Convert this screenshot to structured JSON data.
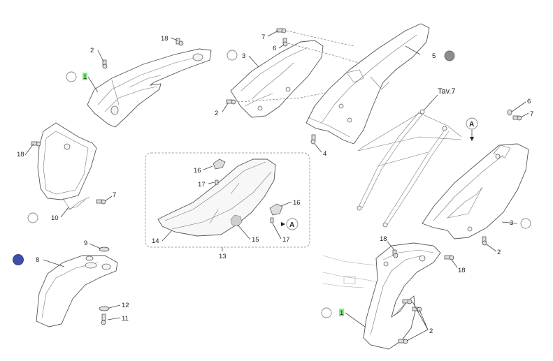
{
  "colors": {
    "marker_empty": "#ffffff",
    "marker_gray": "#8c8c8c",
    "marker_blue": "#3d4fa8",
    "label_highlight": "#7df07d",
    "line": "#444444"
  },
  "labels": {
    "p18_top": "18",
    "p2_topleft": "2",
    "p1_top": "1",
    "p18_left": "18",
    "p7_left": "7",
    "p10": "10",
    "p9": "9",
    "p8": "8",
    "p12": "12",
    "p11": "11",
    "p7_top": "7",
    "p6_top": "6",
    "p3_top": "3",
    "p2_mid": "2",
    "p5": "5",
    "p4": "4",
    "tav": "Tav.7",
    "ref_a_top": "A",
    "p6_right": "6",
    "p7_right": "7",
    "p3_right": "3",
    "p2_right": "2",
    "p16_top": "16",
    "p17_top": "17",
    "p16_right": "16",
    "p14": "14",
    "p15": "15",
    "p17_right": "17",
    "ref_a_seat": "A",
    "p13": "13",
    "p18_br": "18",
    "p18_br2": "18",
    "p1_bottom": "1",
    "p2_br": "2"
  },
  "markers": {
    "m1_top": "empty",
    "m3_top": "empty",
    "m5": "gray",
    "m10": "empty",
    "m8": "blue",
    "m3_right": "empty",
    "m1_bottom": "empty"
  }
}
